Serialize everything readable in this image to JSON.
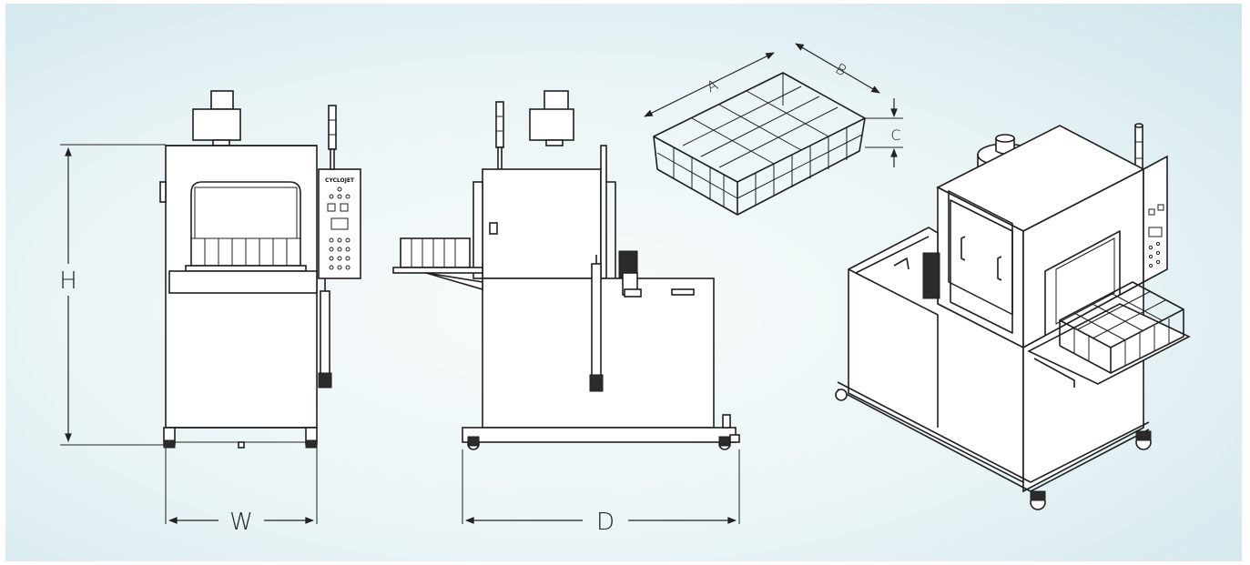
{
  "labels": {
    "height": "H",
    "width": "W",
    "depth": "D",
    "basket_length": "A",
    "basket_width": "B",
    "basket_height": "C"
  },
  "brand": "CYCLOJET",
  "colors": {
    "background_center": "#f8fbfb",
    "background_edge": "#cfe6ec",
    "line": "#1f1f1f"
  }
}
